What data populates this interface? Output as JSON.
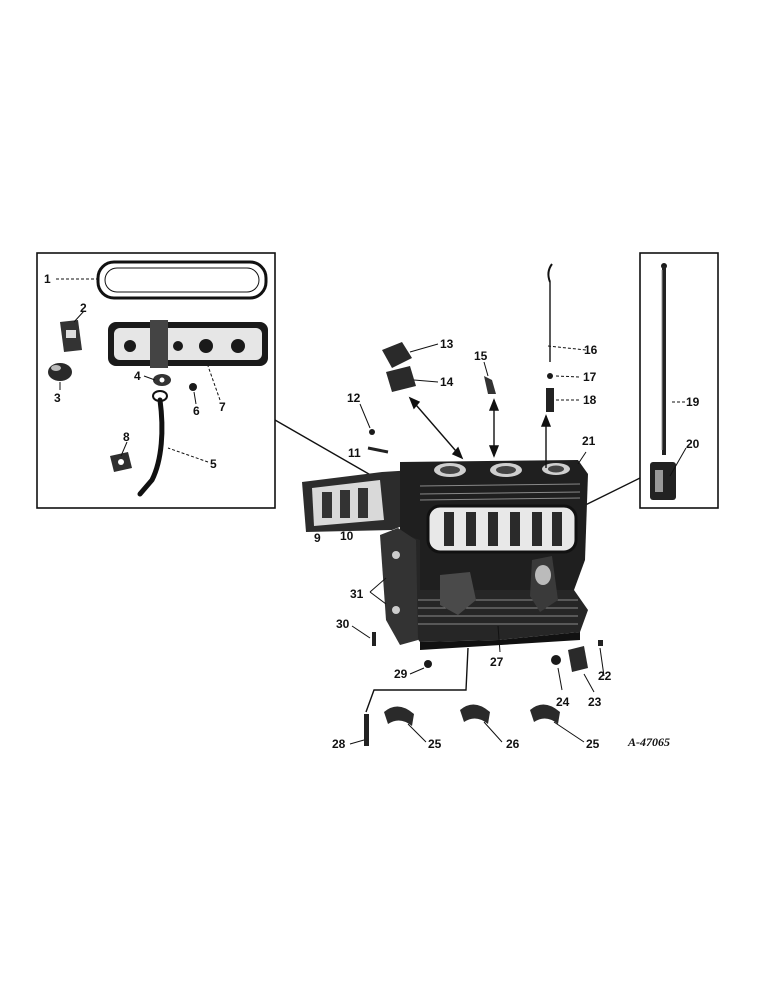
{
  "figure": {
    "reference_number": "A-47065",
    "callouts": [
      "1",
      "2",
      "3",
      "4",
      "5",
      "6",
      "7",
      "8",
      "9",
      "10",
      "11",
      "12",
      "13",
      "14",
      "15",
      "16",
      "17",
      "18",
      "19",
      "20",
      "21",
      "22",
      "23",
      "24",
      "25",
      "25",
      "26",
      "27",
      "28",
      "29",
      "30",
      "31"
    ]
  }
}
